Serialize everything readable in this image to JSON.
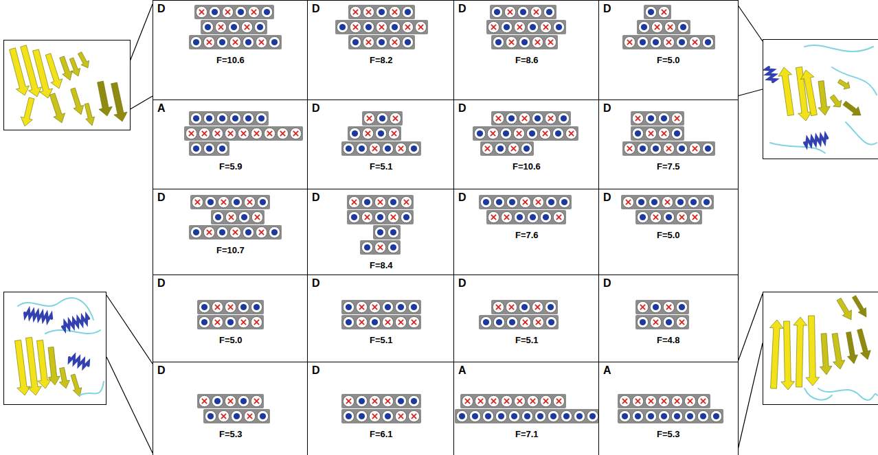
{
  "diagram": {
    "nodes": [
      {
        "text": [
          "D",
          "F=10.6"
        ]
      },
      {
        "text": [
          "D",
          "F=8.2"
        ]
      },
      {
        "text": [
          "D",
          "F=8.6"
        ]
      },
      {
        "text": [
          "D",
          "F=5.0"
        ]
      },
      {
        "text": [
          "A",
          "F=5.9"
        ]
      },
      {
        "text": [
          "D",
          "F=5.1"
        ]
      },
      {
        "text": [
          "D",
          "F=10.6"
        ]
      },
      {
        "text": [
          "D",
          "F=7.5"
        ]
      },
      {
        "text": [
          "D",
          "F=10.7"
        ]
      },
      {
        "text": [
          "D",
          "F=8.4"
        ]
      },
      {
        "text": [
          "D",
          "F=7.6"
        ]
      },
      {
        "text": [
          "D",
          "F=5.0"
        ]
      },
      {
        "text": [
          "D",
          "F=5.0"
        ]
      },
      {
        "text": [
          "D",
          "F=5.1"
        ]
      },
      {
        "text": [
          "D",
          "F=5.1"
        ]
      },
      {
        "text": [
          "D",
          "F=4.8"
        ]
      },
      {
        "text": [
          "D",
          "F=5.3"
        ]
      },
      {
        "text": [
          "D",
          "F=6.1"
        ]
      },
      {
        "text": [
          "A",
          "F=7.1"
        ]
      },
      {
        "text": [
          "A",
          "F=5.3"
        ]
      }
    ]
  }
}
